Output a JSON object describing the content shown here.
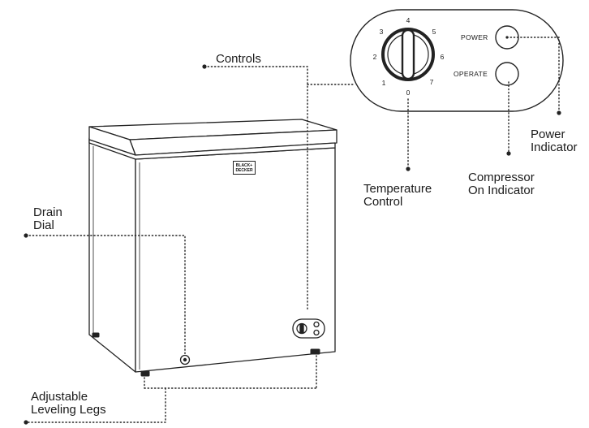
{
  "callouts": {
    "controls": "Controls",
    "drain_dial": [
      "Drain",
      "Dial"
    ],
    "adjustable_legs": [
      "Adjustable",
      "Leveling Legs"
    ],
    "temperature_control": [
      "Temperature",
      "Control"
    ],
    "compressor_indicator": [
      "Compressor",
      "On Indicator"
    ],
    "power_indicator": [
      "Power",
      "Indicator"
    ]
  },
  "control_panel": {
    "power_label": "POWER",
    "operate_label": "OPERATE",
    "dial_numbers": [
      "0",
      "1",
      "2",
      "3",
      "4",
      "5",
      "6",
      "7"
    ]
  },
  "brand_logo": [
    "BLACK+",
    "DECKER"
  ]
}
